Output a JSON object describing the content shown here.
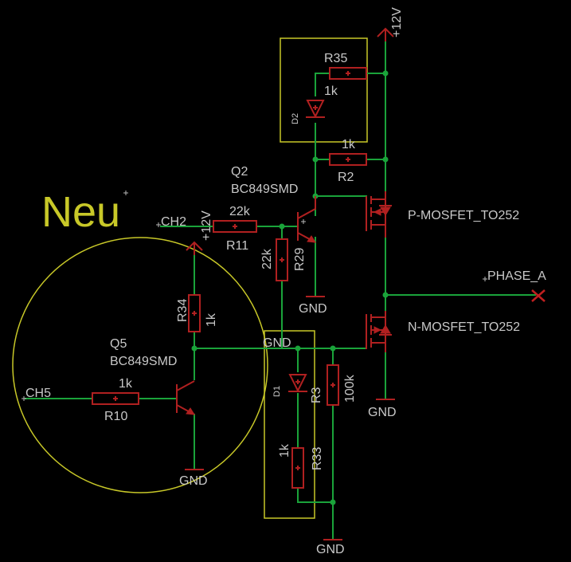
{
  "schematic": {
    "annotation": "Neu",
    "nets": {
      "supply_top": "+12V",
      "supply_ch2": "+12V",
      "ch2": "CH2",
      "ch5": "CH5",
      "phase_a": "PHASE_A",
      "gnd_q2": "GND",
      "gnd_mid": "GND",
      "gnd_q5": "GND",
      "gnd_nmos": "GND",
      "gnd_bottom": "GND"
    },
    "components": {
      "r35": {
        "name": "R35",
        "value": "1k"
      },
      "d2": {
        "name": "D2"
      },
      "r2": {
        "name": "R2",
        "value": "1k"
      },
      "q2": {
        "name": "Q2",
        "value": "BC849SMD"
      },
      "r11": {
        "name": "R11",
        "value": "22k"
      },
      "r29": {
        "name": "R29",
        "value": "22k"
      },
      "r34": {
        "name": "R34",
        "value": "1k"
      },
      "q5": {
        "name": "Q5",
        "value": "BC849SMD"
      },
      "r10": {
        "name": "R10",
        "value": "1k"
      },
      "d1": {
        "name": "D1"
      },
      "r3": {
        "name": "R3",
        "value": "100k"
      },
      "r33": {
        "name": "R33",
        "value": "1k"
      },
      "pmos": {
        "name": "P-MOSFET_TO252"
      },
      "nmos": {
        "name": "N-MOSFET_TO252"
      }
    },
    "colors": {
      "background": "#000000",
      "wire": "#1aa33a",
      "component": "#b02020",
      "frame": "#c8c828",
      "text": "#c8c8c8"
    }
  }
}
